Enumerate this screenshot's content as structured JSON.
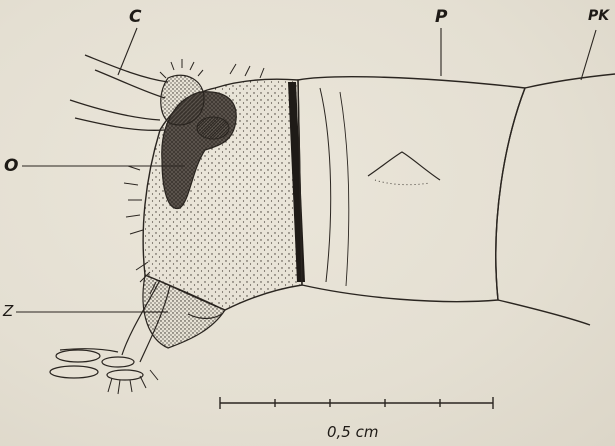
{
  "labels": {
    "c": "C",
    "p": "P",
    "pk": "PK",
    "o": "O",
    "z": "Z"
  },
  "scale_bar": {
    "label": "0,5 cm"
  },
  "colors": {
    "paper": "#e7e2d6",
    "ink": "#2a2520"
  }
}
